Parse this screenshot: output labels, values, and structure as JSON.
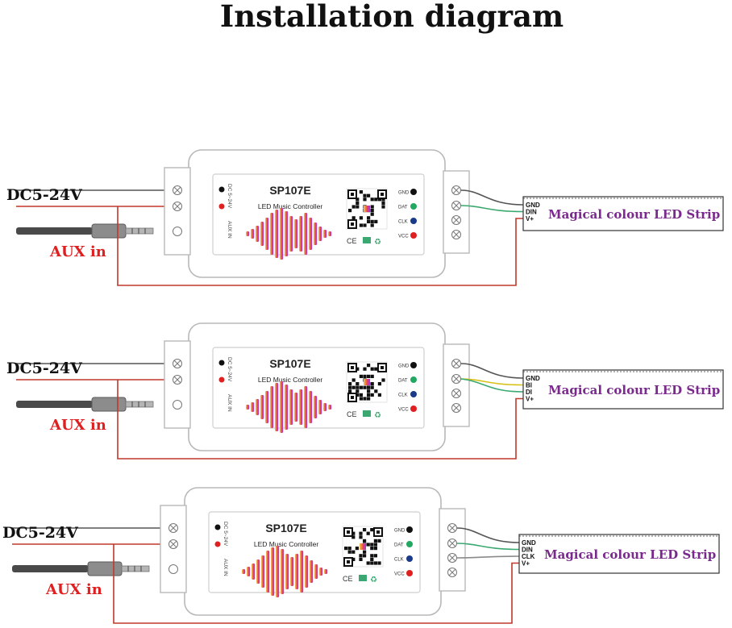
{
  "title": "Installation diagram",
  "colors": {
    "power_wire": "#c0392b",
    "gnd_wire": "#555555",
    "data_wire": "#3aa870",
    "clock_wire": "#d8c21a",
    "aux_label": "#e02020",
    "strip_label": "#7a2a8c",
    "device_outline": "#b8b8b8",
    "gnd_dot": "#111111",
    "dat_dot": "#22a860",
    "clk_dot": "#1a3a8a",
    "vcc_dot": "#e02020"
  },
  "controller": {
    "model": "SP107E",
    "subtitle": "LED Music Controller",
    "side_dc": "DC 5~24V",
    "side_aux": "AUX IN",
    "ports": [
      "GND",
      "DAT",
      "CLK",
      "VCC"
    ],
    "badges": [
      "CE",
      "♻"
    ]
  },
  "diagrams": [
    {
      "power_label": "DC5-24V",
      "aux_label": "AUX in",
      "strip_label": "Magical colour LED Strip",
      "strip_pins": [
        "GND",
        "DIN",
        "V+"
      ]
    },
    {
      "power_label": "DC5-24V",
      "aux_label": "AUX in",
      "strip_label": "Magical colour LED Strip",
      "strip_pins": [
        "GND",
        "BI",
        "DI",
        "V+"
      ]
    },
    {
      "power_label": "DC5-24V",
      "aux_label": "AUX in",
      "strip_label": "Magical colour LED Strip",
      "strip_pins": [
        "GND",
        "DIN",
        "CLK",
        "V+"
      ]
    }
  ]
}
